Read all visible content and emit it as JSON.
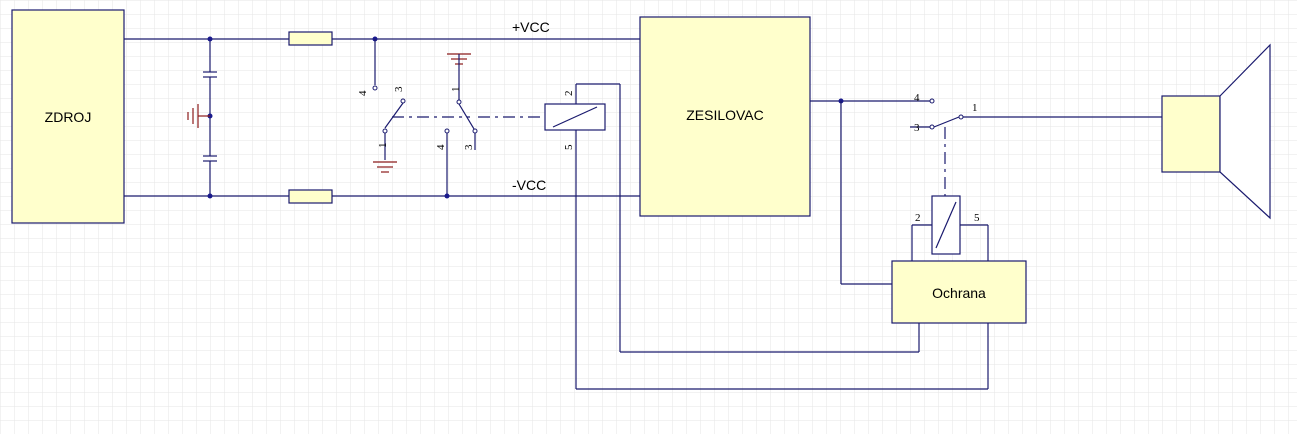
{
  "blocks": {
    "zdroj": "ZDROJ",
    "zesilovac": "ZESILOVAC",
    "ochrana": "Ochrana"
  },
  "rails": {
    "positive": "+VCC",
    "negative": "-VCC"
  },
  "pins": {
    "sw1_a": "4",
    "sw1_b": "3",
    "sw1_c": "1",
    "sw2_a": "1",
    "sw2_b": "4",
    "sw2_c": "3",
    "relay1_top": "2",
    "relay1_bottom": "5",
    "out_sw_4": "4",
    "out_sw_3": "3",
    "out_sw_1": "1",
    "relay2_left": "2",
    "relay2_right": "5"
  },
  "colors": {
    "wire": "#1a1a6e",
    "block_fill": "#ffffcc",
    "ground": "#8b1a1a",
    "grid": "#e6e6e6"
  }
}
